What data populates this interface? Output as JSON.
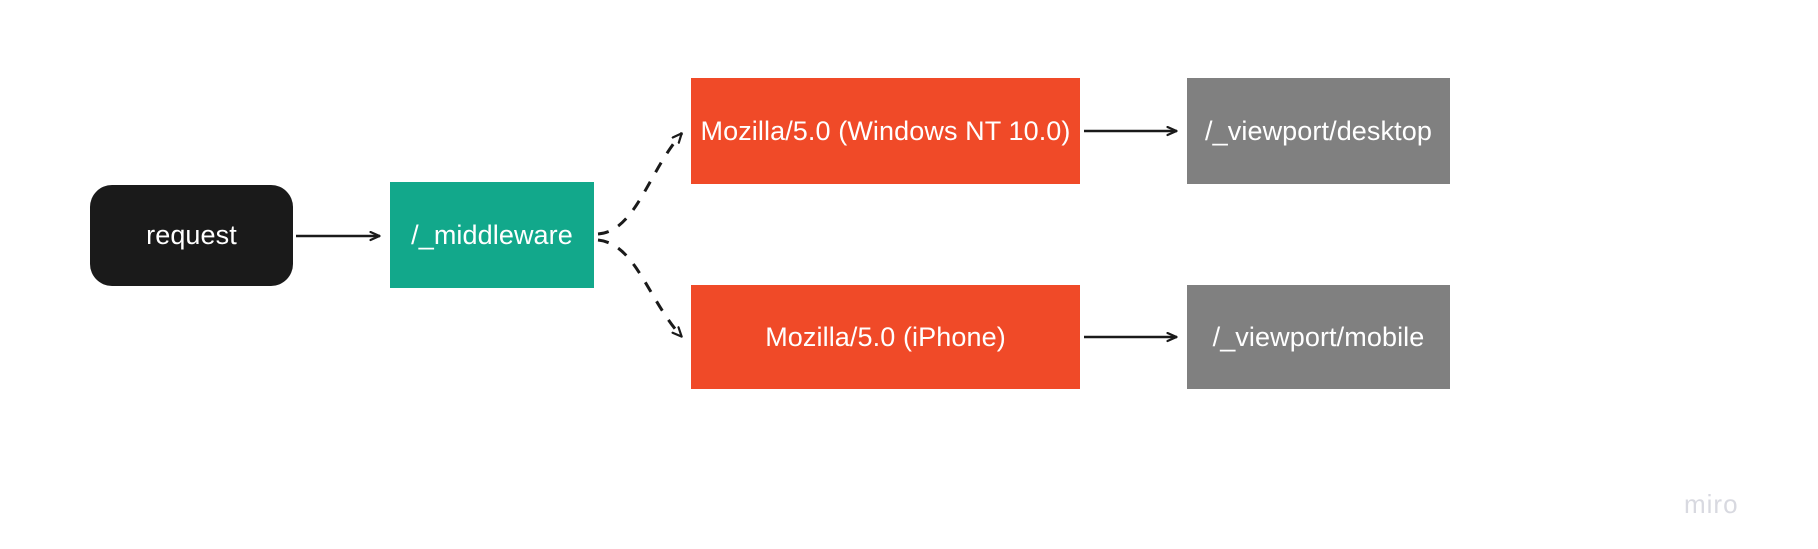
{
  "diagram": {
    "type": "flowchart",
    "background": "#ffffff",
    "nodes": [
      {
        "id": "request",
        "label": "request",
        "shape": "rounded-rect",
        "fill": "#1a1a1a",
        "text_color": "#ffffff"
      },
      {
        "id": "middleware",
        "label": "/_middleware",
        "shape": "rect",
        "fill": "#12a88b",
        "text_color": "#ffffff"
      },
      {
        "id": "ua-desktop",
        "label": "Mozilla/5.0 (Windows NT 10.0)",
        "shape": "rect",
        "fill": "#f04a28",
        "text_color": "#ffffff"
      },
      {
        "id": "ua-mobile",
        "label": "Mozilla/5.0 (iPhone)",
        "shape": "rect",
        "fill": "#f04a28",
        "text_color": "#ffffff"
      },
      {
        "id": "viewport-desktop",
        "label": "/_viewport/desktop",
        "shape": "rect",
        "fill": "#808080",
        "text_color": "#ffffff"
      },
      {
        "id": "viewport-mobile",
        "label": "/_viewport/mobile",
        "shape": "rect",
        "fill": "#808080",
        "text_color": "#ffffff"
      }
    ],
    "edges": [
      {
        "id": "request-to-middleware",
        "from": "request",
        "to": "middleware",
        "style": "solid",
        "arrow": "open",
        "color": "#1a1a1a"
      },
      {
        "id": "middleware-to-ua-desktop",
        "from": "middleware",
        "to": "ua-desktop",
        "style": "dashed",
        "arrow": "open",
        "color": "#1a1a1a"
      },
      {
        "id": "middleware-to-ua-mobile",
        "from": "middleware",
        "to": "ua-mobile",
        "style": "dashed",
        "arrow": "open",
        "color": "#1a1a1a"
      },
      {
        "id": "ua-desktop-to-viewport",
        "from": "ua-desktop",
        "to": "viewport-desktop",
        "style": "solid",
        "arrow": "open",
        "color": "#1a1a1a"
      },
      {
        "id": "ua-mobile-to-viewport",
        "from": "ua-mobile",
        "to": "viewport-mobile",
        "style": "solid",
        "arrow": "open",
        "color": "#1a1a1a"
      }
    ]
  },
  "watermark": {
    "label": "miro",
    "color": "#d8d9e0"
  }
}
